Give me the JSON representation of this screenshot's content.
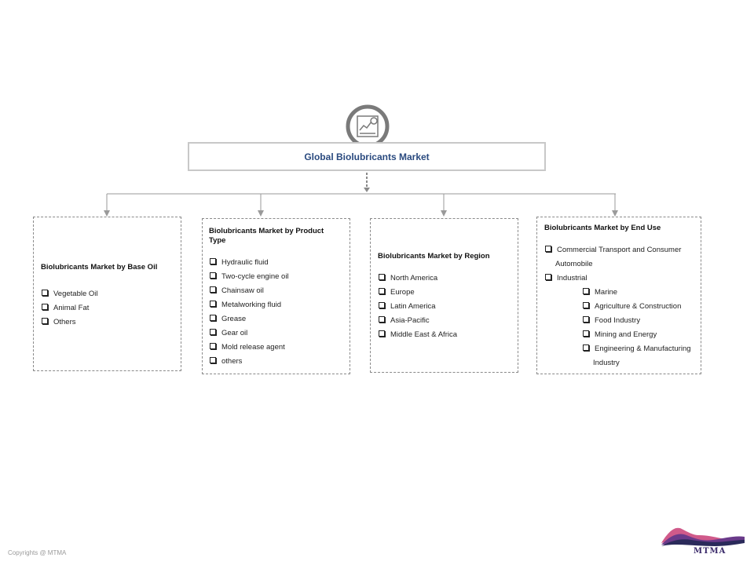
{
  "root": {
    "title": "Global  Biolubricants Market",
    "icon": "market-report-icon"
  },
  "categories": [
    {
      "title": "Biolubricants Market by Base Oil",
      "items": [
        "Vegetable Oil",
        "Animal Fat",
        "Others"
      ]
    },
    {
      "title_line1": "Biolubricants Market by Product",
      "title_line2": "Type",
      "items": [
        "Hydraulic fluid",
        "Two-cycle engine oil",
        "Chainsaw oil",
        "Metalworking fluid",
        "Grease",
        "Gear oil",
        "Mold release agent",
        "others"
      ]
    },
    {
      "title": "Biolubricants Market by Region",
      "items": [
        "North America",
        "Europe",
        "Latin America",
        "Asia-Pacific",
        "Middle East & Africa"
      ]
    },
    {
      "title": "Biolubricants Market by End Use",
      "items": [
        "Commercial Transport and Consumer",
        "Industrial"
      ],
      "item1_cont": "Automobile",
      "sub_items": [
        "Marine",
        "Agriculture & Construction",
        "Food Industry",
        "Mining and Energy",
        "Engineering & Manufacturing"
      ],
      "sub_last_cont": "Industry"
    }
  ],
  "footer": {
    "copyright": "Copyrights  @ MTMA",
    "logo_text": "MTMA"
  },
  "colors": {
    "title_blue": "#2a4a7f",
    "logo_purple": "#3a2a6a",
    "logo_pink": "#d05a8a"
  }
}
